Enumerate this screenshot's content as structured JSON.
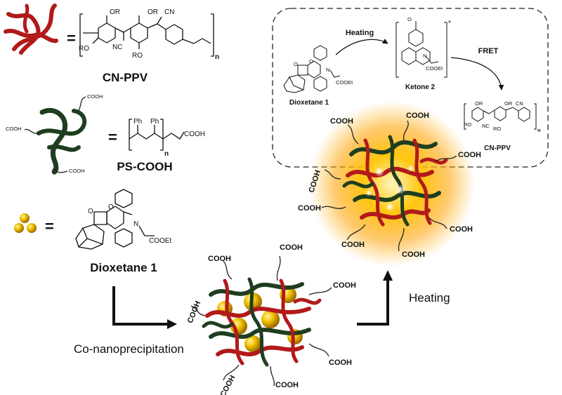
{
  "legend": {
    "cnppv": {
      "name": "CN-PPV",
      "equals": "=",
      "substituent_top": "OR",
      "substituent_top2": "OR",
      "substituent_left": "RO",
      "substituent_bottom": "RO",
      "nitrile_left": "NC",
      "nitrile_right": "CN",
      "repeat": "n"
    },
    "pscooh": {
      "name": "PS-COOH",
      "equals": "=",
      "phenyl_1": "Ph",
      "phenyl_2": "Ph",
      "acid": "COOH",
      "repeat": "n",
      "chain_cooh_top": "COOH",
      "chain_cooh_left": "COOH",
      "chain_cooh_bottom": "COOH"
    },
    "dioxetane": {
      "name": "Dioxetane 1",
      "equals": "=",
      "oxygen_1": "O",
      "oxygen_2": "O",
      "nitrogen": "N",
      "ester": "COOEt"
    }
  },
  "inset": {
    "heating": "Heating",
    "fret": "FRET",
    "dioxetane_label": "Dioxetane 1",
    "ketone_label": "Ketone 2",
    "cnppv_label": "CN-PPV",
    "star": "*",
    "oxygen_1": "O",
    "oxygen_2": "O",
    "ketone_oxygen": "O",
    "nitrogen_1": "N",
    "nitrogen_2": "N",
    "ester_1": "COOEt",
    "ester_2": "COOEt",
    "or_1": "OR",
    "or_2": "OR",
    "ro_1": "RO",
    "ro_2": "RO",
    "nc": "NC",
    "cn": "CN",
    "repeat": "n"
  },
  "process": {
    "coprecipitation": "Co-nanoprecipitation",
    "heating": "Heating"
  },
  "particle_bottom": {
    "cooh_labels": [
      "COOH",
      "COOH",
      "COOH",
      "COOH",
      "COOH",
      "COOH",
      "COOH"
    ]
  },
  "particle_top": {
    "cooh_labels": [
      "COOH",
      "COOH",
      "COOH",
      "COOH",
      "COOH",
      "COOH",
      "COOH",
      "COOH"
    ]
  },
  "colors": {
    "cnppv_chain": "#b21a1a",
    "ps_chain": "#1f3d1f",
    "dioxetane_bead": "#e0a800",
    "glow": "#ffb400"
  }
}
